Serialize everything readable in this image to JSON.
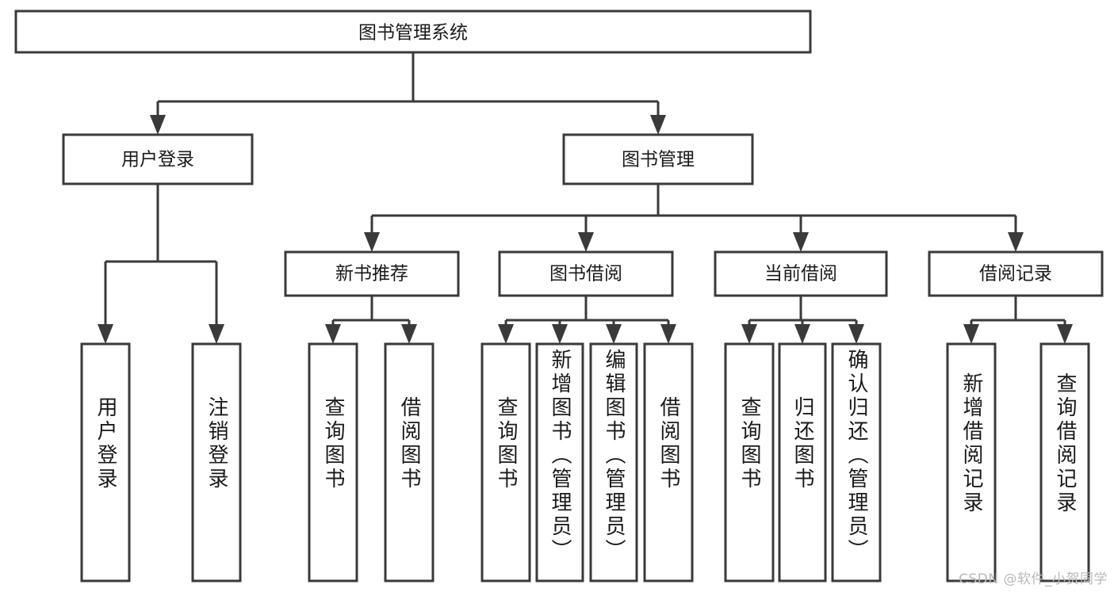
{
  "diagram": {
    "type": "tree-hierarchy-chart",
    "title": "图书管理系统",
    "orientation": "top-down",
    "colors": {
      "box_stroke": "#3a3a3a",
      "box_fill": "#ffffff",
      "connector": "#3a3a3a",
      "text": "#1a1a1a",
      "watermark": "#b9b9b9",
      "background": "#ffffff"
    },
    "root": {
      "label": "图书管理系统"
    },
    "level2": [
      {
        "label": "用户登录"
      },
      {
        "label": "图书管理"
      }
    ],
    "level3": [
      {
        "label": "新书推荐"
      },
      {
        "label": "图书借阅"
      },
      {
        "label": "当前借阅"
      },
      {
        "label": "借阅记录"
      }
    ],
    "leaves": {
      "user_login": [
        {
          "label": "用户登录"
        },
        {
          "label": "注销登录"
        }
      ],
      "new_book_recommend": [
        {
          "label": "查询图书"
        },
        {
          "label": "借阅图书"
        }
      ],
      "book_borrow": [
        {
          "label": "查询图书"
        },
        {
          "label": "新增图书（管理员）"
        },
        {
          "label": "编辑图书（管理员）"
        },
        {
          "label": "借阅图书"
        }
      ],
      "current_borrow": [
        {
          "label": "查询图书"
        },
        {
          "label": "归还图书"
        },
        {
          "label": "确认归还（管理员）"
        }
      ],
      "borrow_record": [
        {
          "label": "新增借阅记录"
        },
        {
          "label": "查询借阅记录"
        }
      ]
    }
  },
  "watermark": {
    "text": "CSDN @软件_小贺同学"
  }
}
